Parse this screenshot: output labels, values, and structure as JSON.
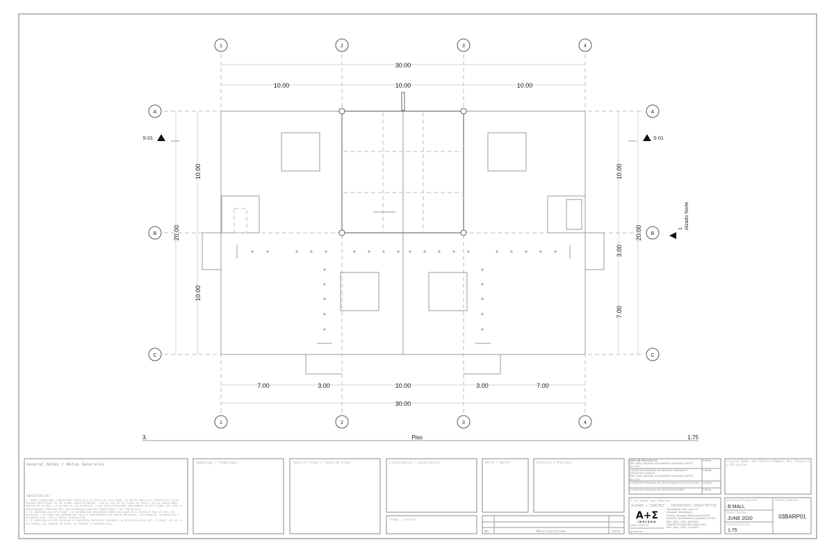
{
  "grid": {
    "columns": [
      "1",
      "2",
      "3",
      "4"
    ],
    "rows": [
      "A",
      "B",
      "C"
    ]
  },
  "dimensions": {
    "top_total": "30.00",
    "top_spans": [
      "10.00",
      "10.00",
      "10.00"
    ],
    "bottom_spans": [
      "7.00",
      "3.00",
      "10.00",
      "3.00",
      "7.00"
    ],
    "bottom_total": "30.00",
    "left_total": "20.00",
    "left_spans": [
      "10.00",
      "10.00"
    ],
    "right_total": "20.00",
    "right_spans": [
      "10.00",
      "3.00",
      "7.00"
    ]
  },
  "markers": {
    "section_left": "S-01",
    "section_right": "S-01",
    "elevation_number": "1",
    "elevation_label": "Alzado Norte"
  },
  "view_title": {
    "number": "3.",
    "name": "Piso",
    "scale": "1:75"
  },
  "title_block": {
    "general_notes_title": "General Notes / Notas Generales",
    "advertencias": "ADVERTENCIAS:",
    "notes": [
      "1.  TOMAR DIMENSIONES Y MEDICIONES DIRECTAS A LA ESCALA DE ESTE PLANO, ES MOTIVO UNICO DEL CONTRATISTA, ESTAS DEBERAN VERIFICARSE EN LOS PLANOS ARQUITECTONICOS, Y EN SU CASO EN LOS PLANOS DE TRAZO Y EN LAS CONDICIONES PROPIAS DE LA OBRA. LA CALIDAD DE LOS MATERIALES Y LAS ESPECIFICACIONES CONSIGNADAS EN ESTE PLANO, ASI COMO SU PROCESAMIENTO CONSTRUCTIVO, SON RESPONSABILIDAD DEL PROPIETARIO Y DEL CONTRATISTA.",
      "2.  EL CONTENIDO DE ESTE PLANO Y SU INFORMACION UNICAMENTE PODRA SER USADO EN EL PROYECTO PARA EL CUAL FUE ESTUDIADO Y NO PODRA SER REPRODUCIDO TOTAL O PARCIALMENTE POR MEDIOS MECANICOS, ELECTRONICOS, FOTOGRAFICOS O CUALQUIER OTRO, SIN LA PREVIA AUTORIZACION.",
      "3.  EL CONTENIDO DE ESTE MATERIAL SE ENCUENTRA PROTEGIDO CONFORME A LO DISPUESTO EN EL ART. 13 FRACC. VII DE LA LEY FEDERAL DEL DERECHO DE AUTOR. SE PROHIBE SU REPRODUCCION."
    ],
    "symbology": "Symbology / Simbologia",
    "area_table": "Table of Areas / Tabla de Areas",
    "localization": "Localization / Localizacion",
    "north": "North / Norte",
    "patterns": "Patterns / Patrones",
    "stamp": "Stamp / Sellos",
    "revision": {
      "no": "No.",
      "issue": "Revision/Issue",
      "date": "Date"
    },
    "responsibles": [
      {
        "role": "DRO DE PROYECTO:",
        "name": "ING. ARQ. MIGUEL ALEJANDRO ALDANA LOPEZ",
        "extra": "No. 679",
        "sign": "FIRMA:"
      },
      {
        "role": "CORRESPONSABLE EN DISENO URBANO Y ARQUITECTONICO:",
        "name": "ING. ARQ. MIGUEL ALEJANDRO ALDANA LOPEZ",
        "extra": "No. 679",
        "sign": "FIRMA:"
      },
      {
        "role": "CORRESPONSABLE EN SEGURIDAD ESTRUCTURAL:",
        "name": "",
        "extra": "",
        "sign": "FIRMA:"
      },
      {
        "role": "CORRESPONSABLE EN INSTALACIONES:",
        "name": "",
        "extra": "",
        "sign": "FIRMA:"
      }
    ],
    "project_name_label": "Project Name and Address/Nombre del Proyecto y Direccion",
    "firm_label": "Firm Name and Address",
    "firm_name": "ALDANA + SANCHEZ - INGENIEROS ARQUITECTOS",
    "firm_logo": "A+S INGIARQ",
    "firm_address": [
      "Tamaulipas 108, Casa 12",
      "Uruapan, Michoacan",
      "Centro, Uruapan Michoacan 60000"
    ],
    "firm_contacts": [
      "MIGUEL ALEJANDRO ALDANA LOPEZ",
      "ING. ARQ. CED. 5426919",
      "ANDRES SANCHEZ SANCHEZ",
      "ING. ARQ. CED. 1234567"
    ],
    "firm_phone": "(000) 2242726",
    "firm_web": "www.aldanasanchez.info@gmail.com",
    "project_label": "Project/Proyecto",
    "project_value": "B MALL",
    "date_label": "Date/Fecha",
    "date_value": "JUNE 2020",
    "scale_label": "Scale/Escala",
    "scale_value": "1:75",
    "sheet_label": "Sheet/Lamina",
    "sheet_value": "03BARP01"
  }
}
